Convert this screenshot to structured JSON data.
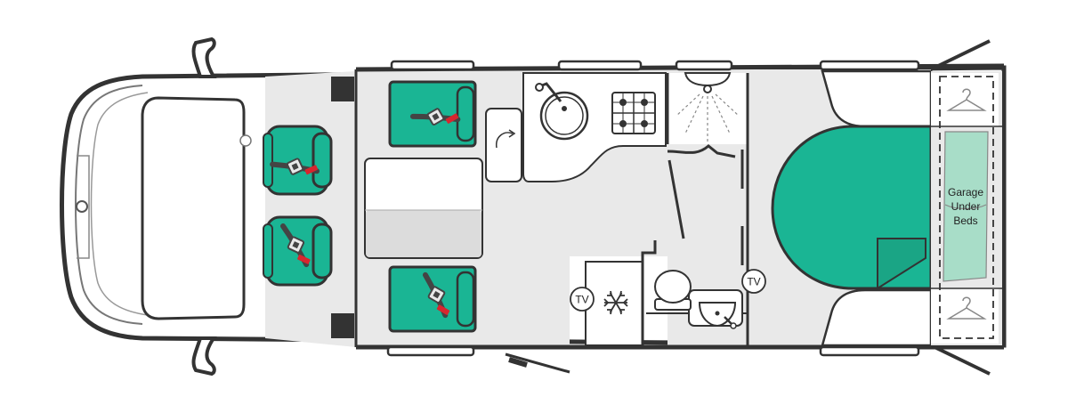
{
  "floorplan": {
    "labels": {
      "garage_line1": "Garage",
      "garage_line2": "Under",
      "garage_line3": "Beds",
      "tv": "TV"
    },
    "colors": {
      "accent": "#1ab594",
      "floor": "#e9e9e9",
      "wall": "#333333",
      "seat_belt_red": "#d8262e",
      "garage_fill": "#a8ddc8"
    },
    "icons": [
      "seat-belt-icon",
      "hob-icon",
      "sink-icon",
      "shower-icon",
      "toilet-icon",
      "fridge-snowflake-icon",
      "coat-hanger-icon",
      "swivel-arrow-icon"
    ]
  }
}
